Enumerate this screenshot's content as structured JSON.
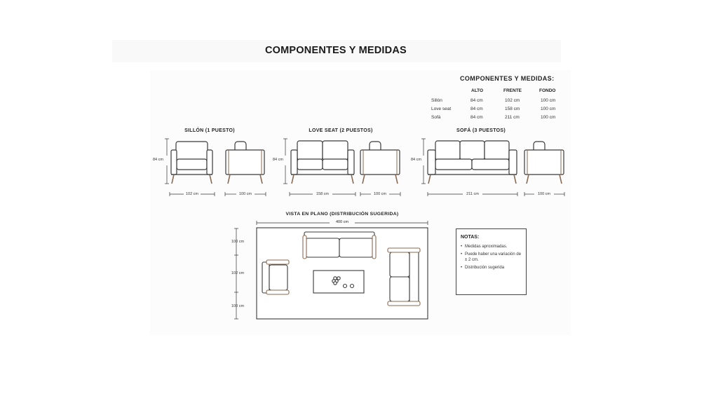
{
  "page": {
    "title": "COMPONENTES Y MEDIDAS"
  },
  "table": {
    "title": "COMPONENTES Y MEDIDAS:",
    "headers": [
      "ALTO",
      "FRENTE",
      "FONDO"
    ],
    "rows": [
      {
        "name": "Sillón",
        "alto": "84 cm",
        "frente": "102 cm",
        "fondo": "100 cm"
      },
      {
        "name": "Love seat",
        "alto": "84 cm",
        "frente": "158 cm",
        "fondo": "100 cm"
      },
      {
        "name": "Sofá",
        "alto": "84 cm",
        "frente": "211 cm",
        "fondo": "100 cm"
      }
    ]
  },
  "groups": [
    {
      "title": "SILLÓN (1 PUESTO)",
      "height": "84 cm",
      "front": "102 cm",
      "depth": "100 cm"
    },
    {
      "title": "LOVE SEAT (2 PUESTOS)",
      "height": "84 cm",
      "front": "158 cm",
      "depth": "100 cm"
    },
    {
      "title": "SOFÁ (3 PUESTOS)",
      "height": "84 cm",
      "front": "211 cm",
      "depth": "100 cm"
    }
  ],
  "plan": {
    "title": "VISTA EN PLANO (DISTRIBUCIÓN SUGERIDA)",
    "width": "400 cm",
    "side_dims": [
      "100 cm",
      "102 cm",
      "100 cm"
    ]
  },
  "notes": {
    "title": "NOTAS:",
    "items": [
      "Medidas aproximadas.",
      "Puede haber una variación de ± 2 cm.",
      "Distribución sugerida"
    ]
  },
  "colors": {
    "line": "#3a3a3a",
    "wood": "#8a6a52",
    "text": "#222222"
  }
}
